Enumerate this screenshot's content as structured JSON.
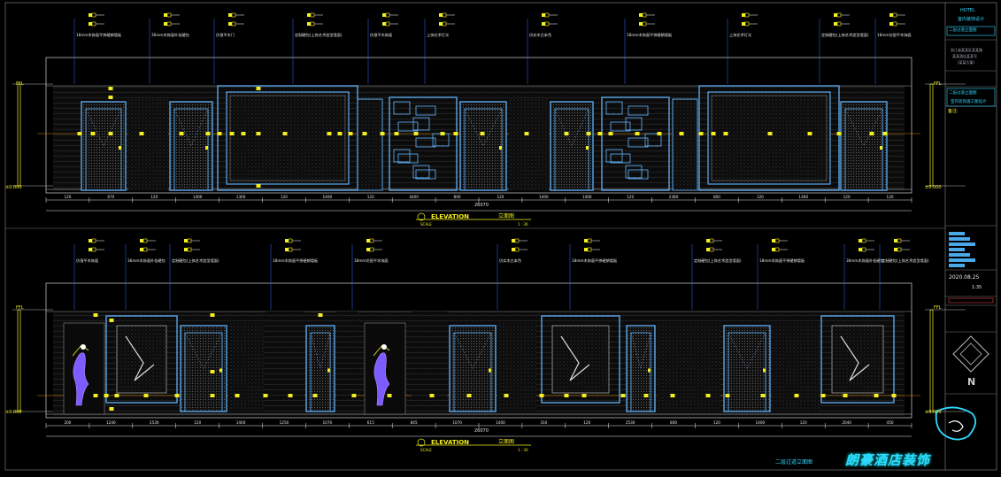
{
  "upper_elevation": {
    "title": "ELEVATION",
    "title_cn": "立面图",
    "scale_label": "SCALE",
    "scale_value": "1 : 30",
    "left_markers": [
      "FFL",
      "±0.000"
    ],
    "right_markers": [
      "FFL",
      "±0.000"
    ],
    "dims": [
      "120",
      "670",
      "120",
      "1400",
      "1300",
      "120",
      "1400",
      "120",
      "4400",
      "800",
      "120",
      "1400",
      "1400",
      "120",
      "2380",
      "800",
      "120",
      "1400",
      "120",
      "120"
    ],
    "overall_dim": "26070",
    "callouts": [
      "18mm木饰面平拼硬朗墙板",
      "36mm木饰面外挂硬包",
      "仿银平木门",
      "定制硬包(上饰艺术造型墙面)",
      "仿银平木饰面",
      "上饰艺术灯光",
      "仿实木古本色",
      "18mm木饰面平拼硬朗墙板",
      "上饰艺术灯光",
      "定制硬包(上饰艺术造型墙面)",
      "18mm仿银平木饰面"
    ]
  },
  "lower_elevation": {
    "title": "ELEVATION",
    "title_cn": "立面图",
    "scale_label": "SCALE",
    "scale_value": "1 : 30",
    "left_markers": [
      "FFL",
      "±0.000"
    ],
    "right_markers": [
      "FFL",
      "±0.000"
    ],
    "dims": [
      "200",
      "1240",
      "2530",
      "120",
      "1400",
      "1250",
      "1070",
      "615",
      "845",
      "1070",
      "1400",
      "310",
      "120",
      "2530",
      "800",
      "120",
      "1400",
      "120",
      "2040",
      "450"
    ],
    "overall_dim": "26070",
    "callouts": [
      "仿银平木饰面",
      "36mm木饰面外挂硬包",
      "定制硬包(上饰艺术造型墙面)",
      "18mm木饰面平拼硬朗墙板",
      "18mm仿银平木饰面",
      "仿实木古本色",
      "18mm木饰面平拼硬朗墙板",
      "定制硬包(上饰艺术造型墙面)",
      "18mm木饰面平拼硬朗墙板",
      "36mm木饰面外挂硬包",
      "定制硬包(上饰艺术造型墙面)"
    ]
  },
  "title_block": {
    "project_lines": [
      "HOTEL",
      "室内装饰设计",
      "二层过道立面图"
    ],
    "address_lines": [
      "浙江省某某区某某路",
      "某某酒店某某号",
      "(某某大厦)"
    ],
    "drawing_title": [
      "二层过道立面图",
      "室内装饰施工图设计"
    ],
    "notes_label": "备注:",
    "date": "2020.08.25",
    "scale": "1:35",
    "logo_letter": "N"
  },
  "footer_title": "二层过道立面图",
  "watermark": "朗豪酒店装饰",
  "colors": {
    "background": "#000000",
    "wall_outline": "#5aa6e8",
    "callout": "#f4ef1e",
    "dimension": "#e8e8e8",
    "accent_cyan": "#31d8ff",
    "leader": "#2f6cff"
  }
}
